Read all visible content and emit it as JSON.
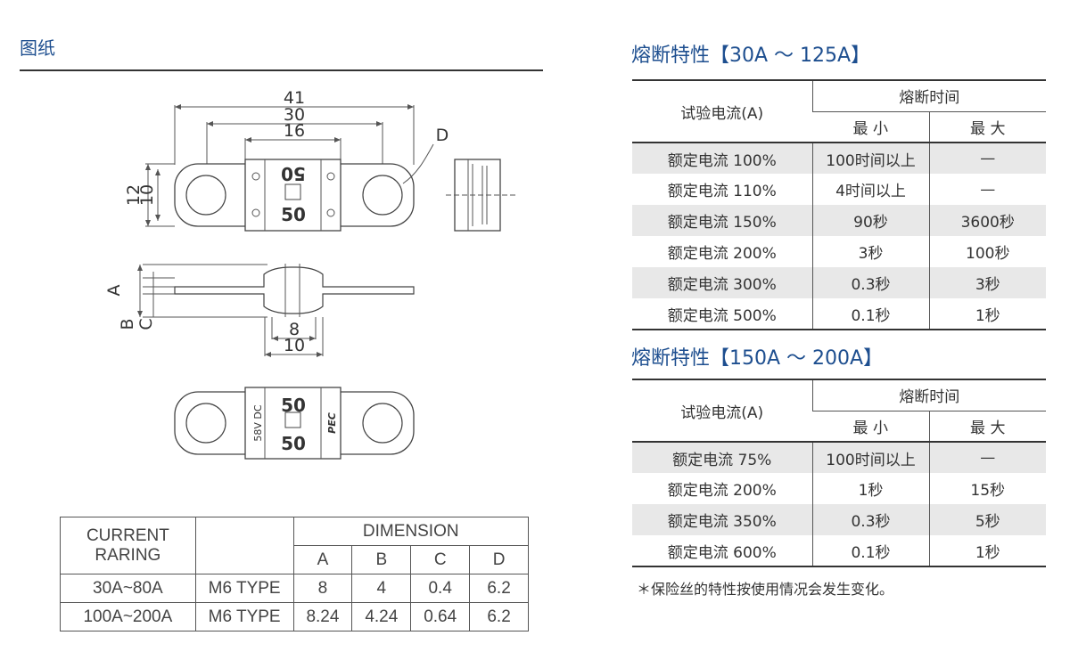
{
  "section_title": "图纸",
  "drawing": {
    "dims_top": [
      "41",
      "30",
      "16"
    ],
    "label_d": "D",
    "dims_height": [
      "12",
      "10"
    ],
    "fuse_mark_top": "50",
    "fuse_mark_bottom": "50",
    "side_labels": [
      "A",
      "B",
      "C"
    ],
    "dims_width": [
      "8",
      "10"
    ],
    "voltage_text": "58V DC",
    "brand_text": "PEC"
  },
  "dimension_table": {
    "current_header": [
      "CURRENT",
      "RARING"
    ],
    "dimension_header": "DIMENSION",
    "columns": [
      "A",
      "B",
      "C",
      "D"
    ],
    "rows": [
      {
        "current": "30A~80A",
        "type": "M6 TYPE",
        "values": [
          "8",
          "4",
          "0.4",
          "6.2"
        ]
      },
      {
        "current": "100A~200A",
        "type": "M6 TYPE",
        "values": [
          "8.24",
          "4.24",
          "0.64",
          "6.2"
        ]
      }
    ]
  },
  "fuse_tables": [
    {
      "title": "熔断特性【30A ～ 125A】",
      "col_test": "试验电流(A)",
      "col_time": "熔断时间",
      "col_min": "最 小",
      "col_max": "最 大",
      "rows": [
        {
          "current": "额定电流 100%",
          "min": "100时间以上",
          "max": "—"
        },
        {
          "current": "额定电流 110%",
          "min": "4时间以上",
          "max": "—"
        },
        {
          "current": "额定电流 150%",
          "min": "90秒",
          "max": "3600秒"
        },
        {
          "current": "额定电流 200%",
          "min": "3秒",
          "max": "100秒"
        },
        {
          "current": "额定电流 300%",
          "min": "0.3秒",
          "max": "3秒"
        },
        {
          "current": "额定电流 500%",
          "min": "0.1秒",
          "max": "1秒"
        }
      ]
    },
    {
      "title": "熔断特性【150A ～ 200A】",
      "col_test": "试验电流(A)",
      "col_time": "熔断时间",
      "col_min": "最 小",
      "col_max": "最 大",
      "rows": [
        {
          "current": "额定电流 75%",
          "min": "100时间以上",
          "max": "—"
        },
        {
          "current": "额定电流 200%",
          "min": "1秒",
          "max": "15秒"
        },
        {
          "current": "额定电流 350%",
          "min": "0.3秒",
          "max": "5秒"
        },
        {
          "current": "额定电流 600%",
          "min": "0.1秒",
          "max": "1秒"
        }
      ]
    }
  ],
  "note": "＊保险丝的特性按使用情况会发生变化。"
}
